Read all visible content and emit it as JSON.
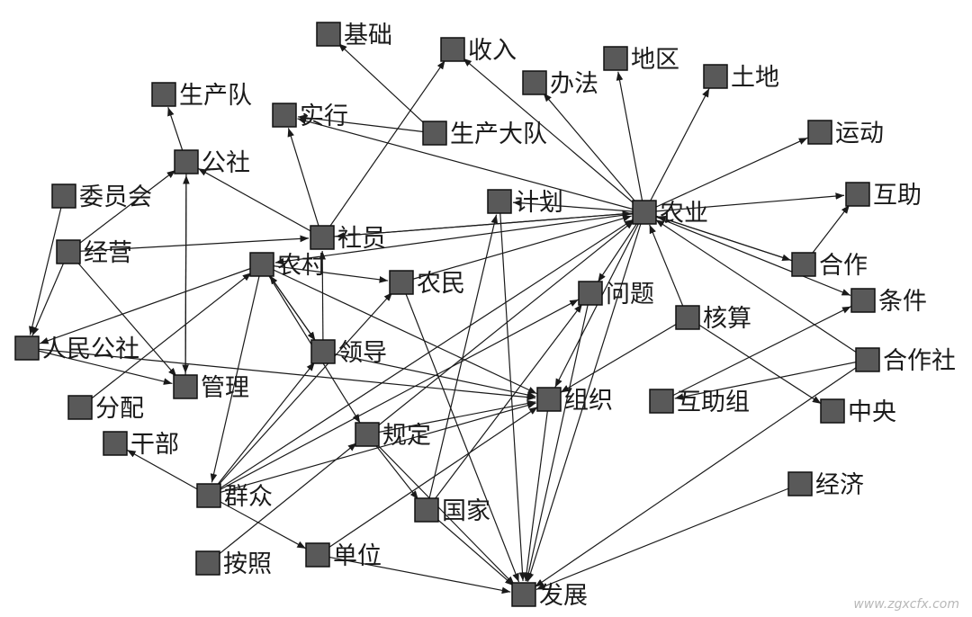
{
  "diagram": {
    "nodes": [
      {
        "id": "jichu",
        "label": "基础"
      },
      {
        "id": "shouru",
        "label": "收入"
      },
      {
        "id": "diqu",
        "label": "地区"
      },
      {
        "id": "banfa",
        "label": "办法"
      },
      {
        "id": "tudi",
        "label": "土地"
      },
      {
        "id": "shengchandui",
        "label": "生产队"
      },
      {
        "id": "shixing",
        "label": "实行"
      },
      {
        "id": "shengchandadui",
        "label": "生产大队"
      },
      {
        "id": "yundong",
        "label": "运动"
      },
      {
        "id": "gongshe",
        "label": "公社"
      },
      {
        "id": "weiyuanhui",
        "label": "委员会"
      },
      {
        "id": "jihua",
        "label": "计划"
      },
      {
        "id": "nongye",
        "label": "农业"
      },
      {
        "id": "huzhu",
        "label": "互助"
      },
      {
        "id": "jingying",
        "label": "经营"
      },
      {
        "id": "sheyuan",
        "label": "社员"
      },
      {
        "id": "nongcun",
        "label": "农村"
      },
      {
        "id": "hezuo",
        "label": "合作"
      },
      {
        "id": "nongmin",
        "label": "农民"
      },
      {
        "id": "wenti",
        "label": "问题"
      },
      {
        "id": "tiaojian",
        "label": "条件"
      },
      {
        "id": "hesuan",
        "label": "核算"
      },
      {
        "id": "renmingongshe",
        "label": "人民公社"
      },
      {
        "id": "lingdao",
        "label": "领导"
      },
      {
        "id": "hezuoshe",
        "label": "合作社"
      },
      {
        "id": "guanli",
        "label": "管理"
      },
      {
        "id": "zuzhi",
        "label": "组织"
      },
      {
        "id": "huzhuzu",
        "label": "互助组"
      },
      {
        "id": "fenpei",
        "label": "分配"
      },
      {
        "id": "zhongyang",
        "label": "中央"
      },
      {
        "id": "guiding",
        "label": "规定"
      },
      {
        "id": "ganbu",
        "label": "干部"
      },
      {
        "id": "qunzhong",
        "label": "群众"
      },
      {
        "id": "jingji",
        "label": "经济"
      },
      {
        "id": "guojia",
        "label": "国家"
      },
      {
        "id": "anzhao",
        "label": "按照"
      },
      {
        "id": "danwei",
        "label": "单位"
      },
      {
        "id": "fazhan",
        "label": "发展"
      }
    ],
    "edges": [
      [
        "sheyuan",
        "shouru"
      ],
      [
        "sheyuan",
        "shixing"
      ],
      [
        "sheyuan",
        "gongshe"
      ],
      [
        "sheyuan",
        "nongye"
      ],
      [
        "shengchandadui",
        "jichu"
      ],
      [
        "shengchandadui",
        "shixing"
      ],
      [
        "nongye",
        "shouru"
      ],
      [
        "nongye",
        "banfa"
      ],
      [
        "nongye",
        "diqu"
      ],
      [
        "nongye",
        "tudi"
      ],
      [
        "nongye",
        "yundong"
      ],
      [
        "nongye",
        "huzhu"
      ],
      [
        "nongye",
        "tiaojian"
      ],
      [
        "nongye",
        "hezuo"
      ],
      [
        "nongye",
        "jihua"
      ],
      [
        "nongye",
        "shixing"
      ],
      [
        "nongye",
        "sheyuan"
      ],
      [
        "nongye",
        "nongcun"
      ],
      [
        "nongye",
        "fazhan"
      ],
      [
        "nongye",
        "zuzhi"
      ],
      [
        "nongye",
        "wenti"
      ],
      [
        "hesuan",
        "nongye"
      ],
      [
        "hezuoshe",
        "nongye"
      ],
      [
        "hezuo",
        "nongye"
      ],
      [
        "nongmin",
        "nongye"
      ],
      [
        "qunzhong",
        "nongye"
      ],
      [
        "guiding",
        "nongye"
      ],
      [
        "jingying",
        "sheyuan"
      ],
      [
        "jingying",
        "gongshe"
      ],
      [
        "jingying",
        "guanli"
      ],
      [
        "weiyuanhui",
        "renmingongshe"
      ],
      [
        "jingying",
        "renmingongshe"
      ],
      [
        "guanli",
        "gongshe"
      ],
      [
        "gongshe",
        "shengchandui"
      ],
      [
        "gongshe",
        "guanli"
      ],
      [
        "nongcun",
        "renmingongshe"
      ],
      [
        "nongcun",
        "lingdao"
      ],
      [
        "nongcun",
        "zuzhi"
      ],
      [
        "nongcun",
        "nongmin"
      ],
      [
        "nongcun",
        "guiding"
      ],
      [
        "nongcun",
        "qunzhong"
      ],
      [
        "renmingongshe",
        "guanli"
      ],
      [
        "renmingongshe",
        "zuzhi"
      ],
      [
        "lingdao",
        "zuzhi"
      ],
      [
        "lingdao",
        "sheyuan"
      ],
      [
        "qunzhong",
        "ganbu"
      ],
      [
        "qunzhong",
        "lingdao"
      ],
      [
        "qunzhong",
        "zuzhi"
      ],
      [
        "qunzhong",
        "wenti"
      ],
      [
        "qunzhong",
        "danwei"
      ],
      [
        "qunzhong",
        "nongmin"
      ],
      [
        "guiding",
        "zuzhi"
      ],
      [
        "guiding",
        "guojia"
      ],
      [
        "guiding",
        "fazhan"
      ],
      [
        "guojia",
        "jihua"
      ],
      [
        "guojia",
        "wenti"
      ],
      [
        "guojia",
        "fazhan"
      ],
      [
        "nongmin",
        "fazhan"
      ],
      [
        "anzhao",
        "guiding"
      ],
      [
        "danwei",
        "fazhan"
      ],
      [
        "danwei",
        "zuzhi"
      ],
      [
        "zuzhi",
        "fazhan"
      ],
      [
        "wenti",
        "fazhan"
      ],
      [
        "hesuan",
        "zuzhi"
      ],
      [
        "hesuan",
        "zhongyang"
      ],
      [
        "hezuo",
        "huzhu"
      ],
      [
        "huzhuzu",
        "tiaojian"
      ],
      [
        "hezuoshe",
        "fazhan"
      ],
      [
        "hezuoshe",
        "huzhuzu"
      ],
      [
        "jingji",
        "fazhan"
      ],
      [
        "fenpei",
        "nongcun"
      ],
      [
        "jihua",
        "fazhan"
      ],
      [
        "lingdao",
        "nongcun"
      ]
    ]
  }
}
